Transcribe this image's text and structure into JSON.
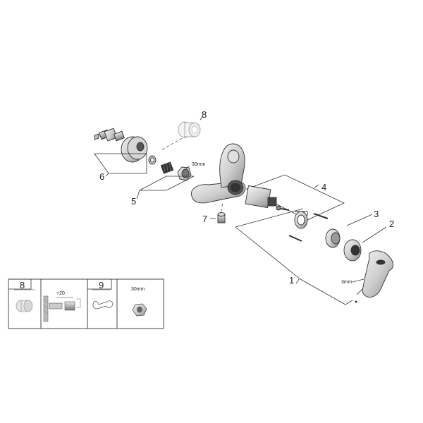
{
  "callouts": {
    "c1": "1",
    "c2": "2",
    "c3": "3",
    "c4": "4",
    "c5": "5",
    "c6": "6",
    "c7": "7",
    "c8": "8"
  },
  "dimensions": {
    "nut_size": "30mm",
    "hex_key": "3mm"
  },
  "accessory_table": {
    "col1_number": "8",
    "col2_label": "+20",
    "col3_number": "9",
    "col4_label": "30mm"
  },
  "colors": {
    "line": "#333333",
    "part_fill": "#d8d8d8",
    "part_dark": "#9a9a9a"
  }
}
